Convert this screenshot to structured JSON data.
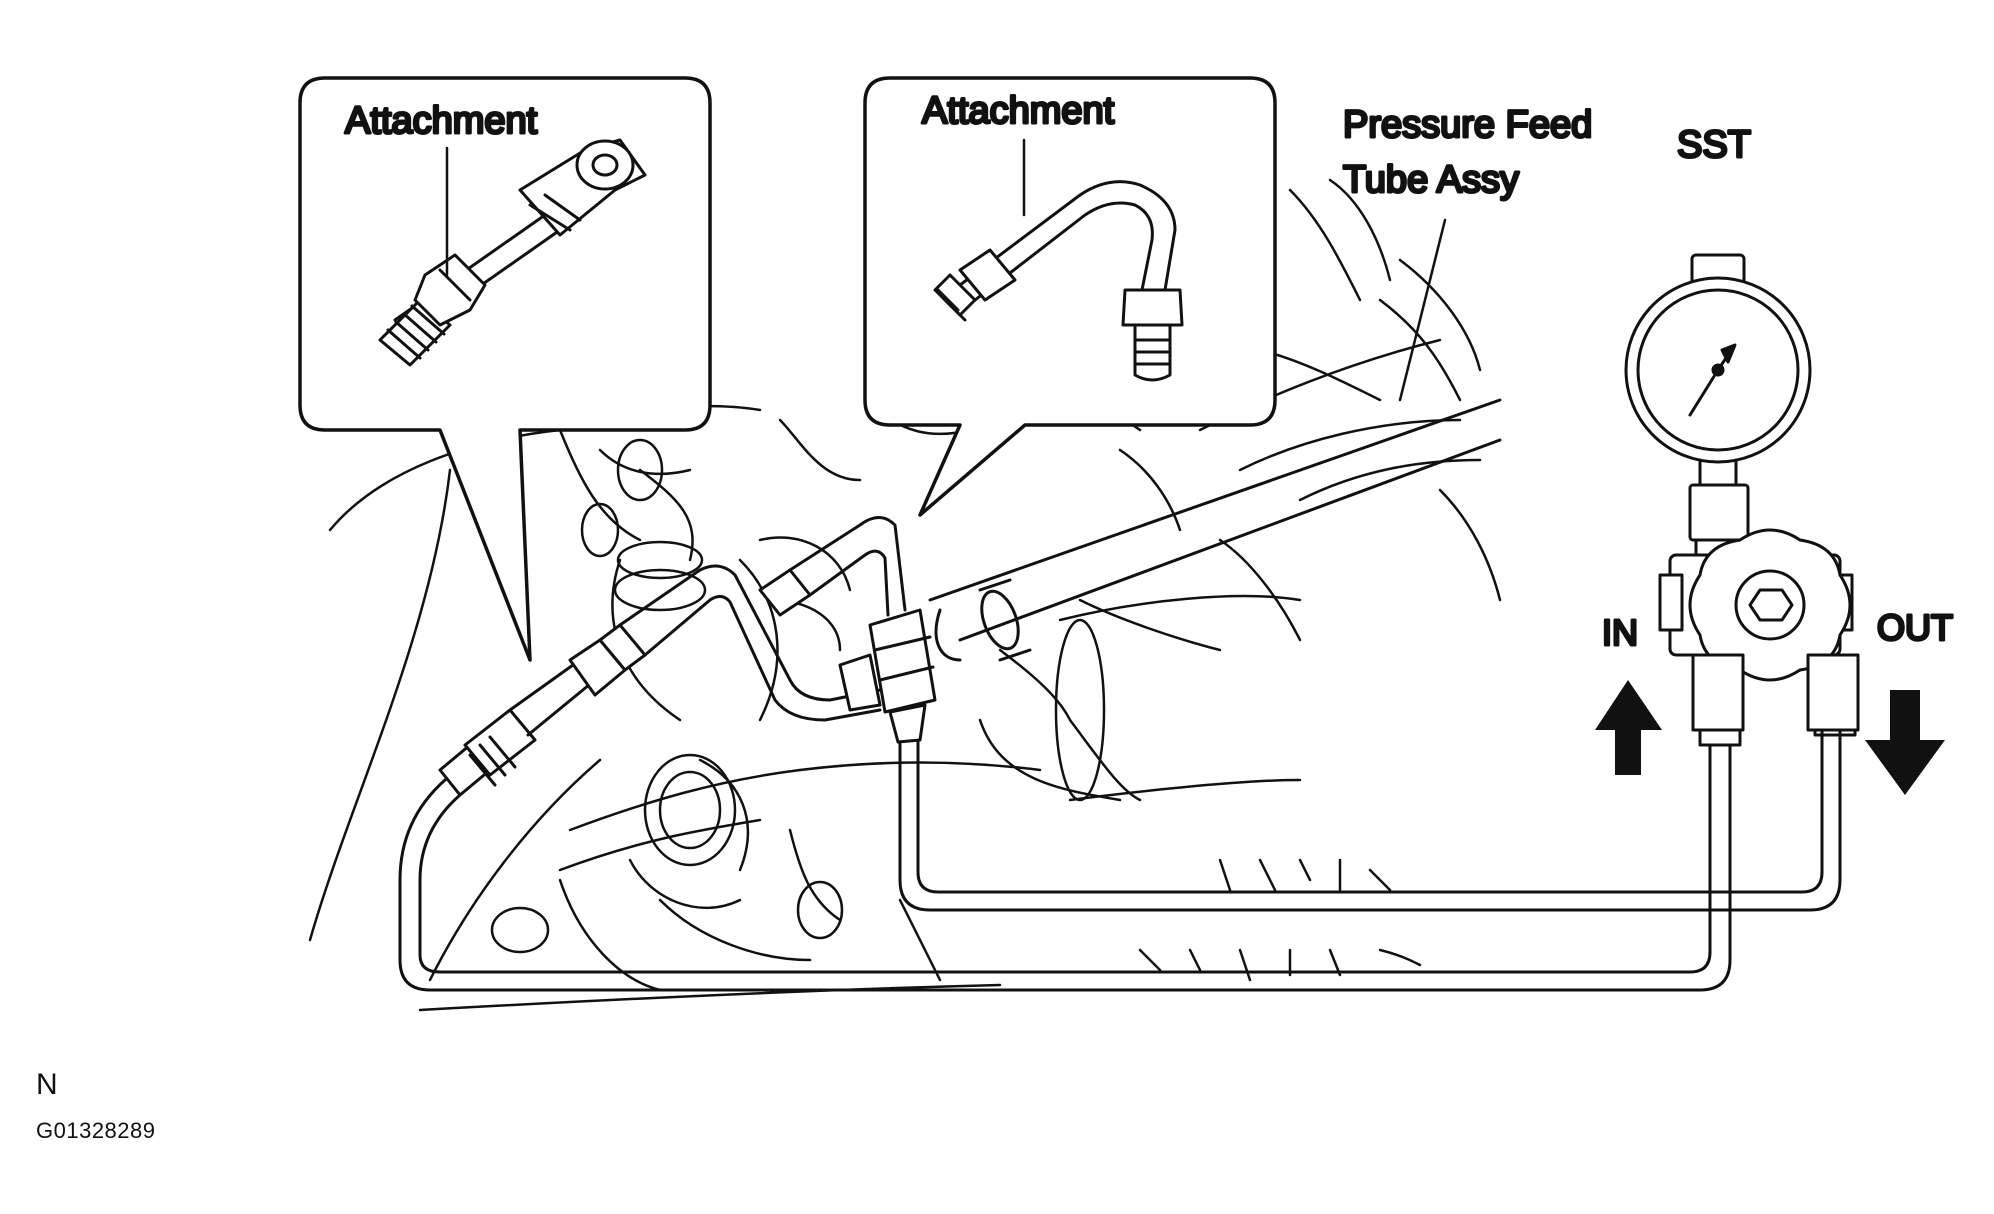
{
  "labels": {
    "attachment_left": "Attachment",
    "attachment_right": "Attachment",
    "pressure_feed_line1": "Pressure Feed",
    "pressure_feed_line2": "Tube Assy",
    "sst": "SST",
    "in": "IN",
    "out": "OUT"
  },
  "footer": {
    "letter": "N",
    "figure_id": "G01328289"
  },
  "colors": {
    "ink": "#111111",
    "background": "#ffffff"
  }
}
